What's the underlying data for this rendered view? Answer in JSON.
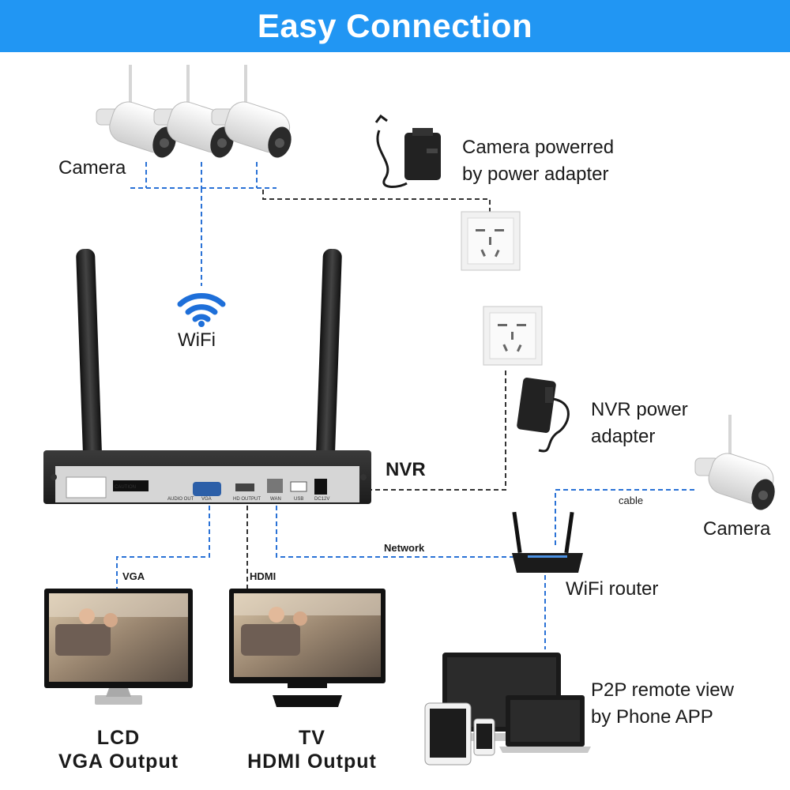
{
  "banner": {
    "title": "Easy Connection",
    "color": "#2196f3"
  },
  "labels": {
    "camera_top": "Camera",
    "camera_power_line1": "Camera powerred",
    "camera_power_line2": "by power adapter",
    "wifi": "WiFi",
    "nvr": "NVR",
    "nvr_power_line1": "NVR power",
    "nvr_power_line2": "adapter",
    "cable": "cable",
    "camera_right": "Camera",
    "network": "Network",
    "wifi_router": "WiFi router",
    "vga": "VGA",
    "hdmi": "HDMI",
    "p2p_line1": "P2P remote view",
    "p2p_line2": "by Phone APP",
    "lcd_line1": "LCD",
    "lcd_line2": "VGA Output",
    "tv_line1": "TV",
    "tv_line2": "HDMI Output"
  },
  "nvr_panel": {
    "caution": "CAUTION",
    "ports": [
      "AUDIO OUT",
      "VGA",
      "HD OUTPUT",
      "WAN",
      "USB",
      "DC12V"
    ]
  },
  "colors": {
    "accent": "#2196f3",
    "wire_blue": "#2a72d6",
    "wire_dark": "#333333",
    "wifi_icon": "#1e6fd9"
  }
}
